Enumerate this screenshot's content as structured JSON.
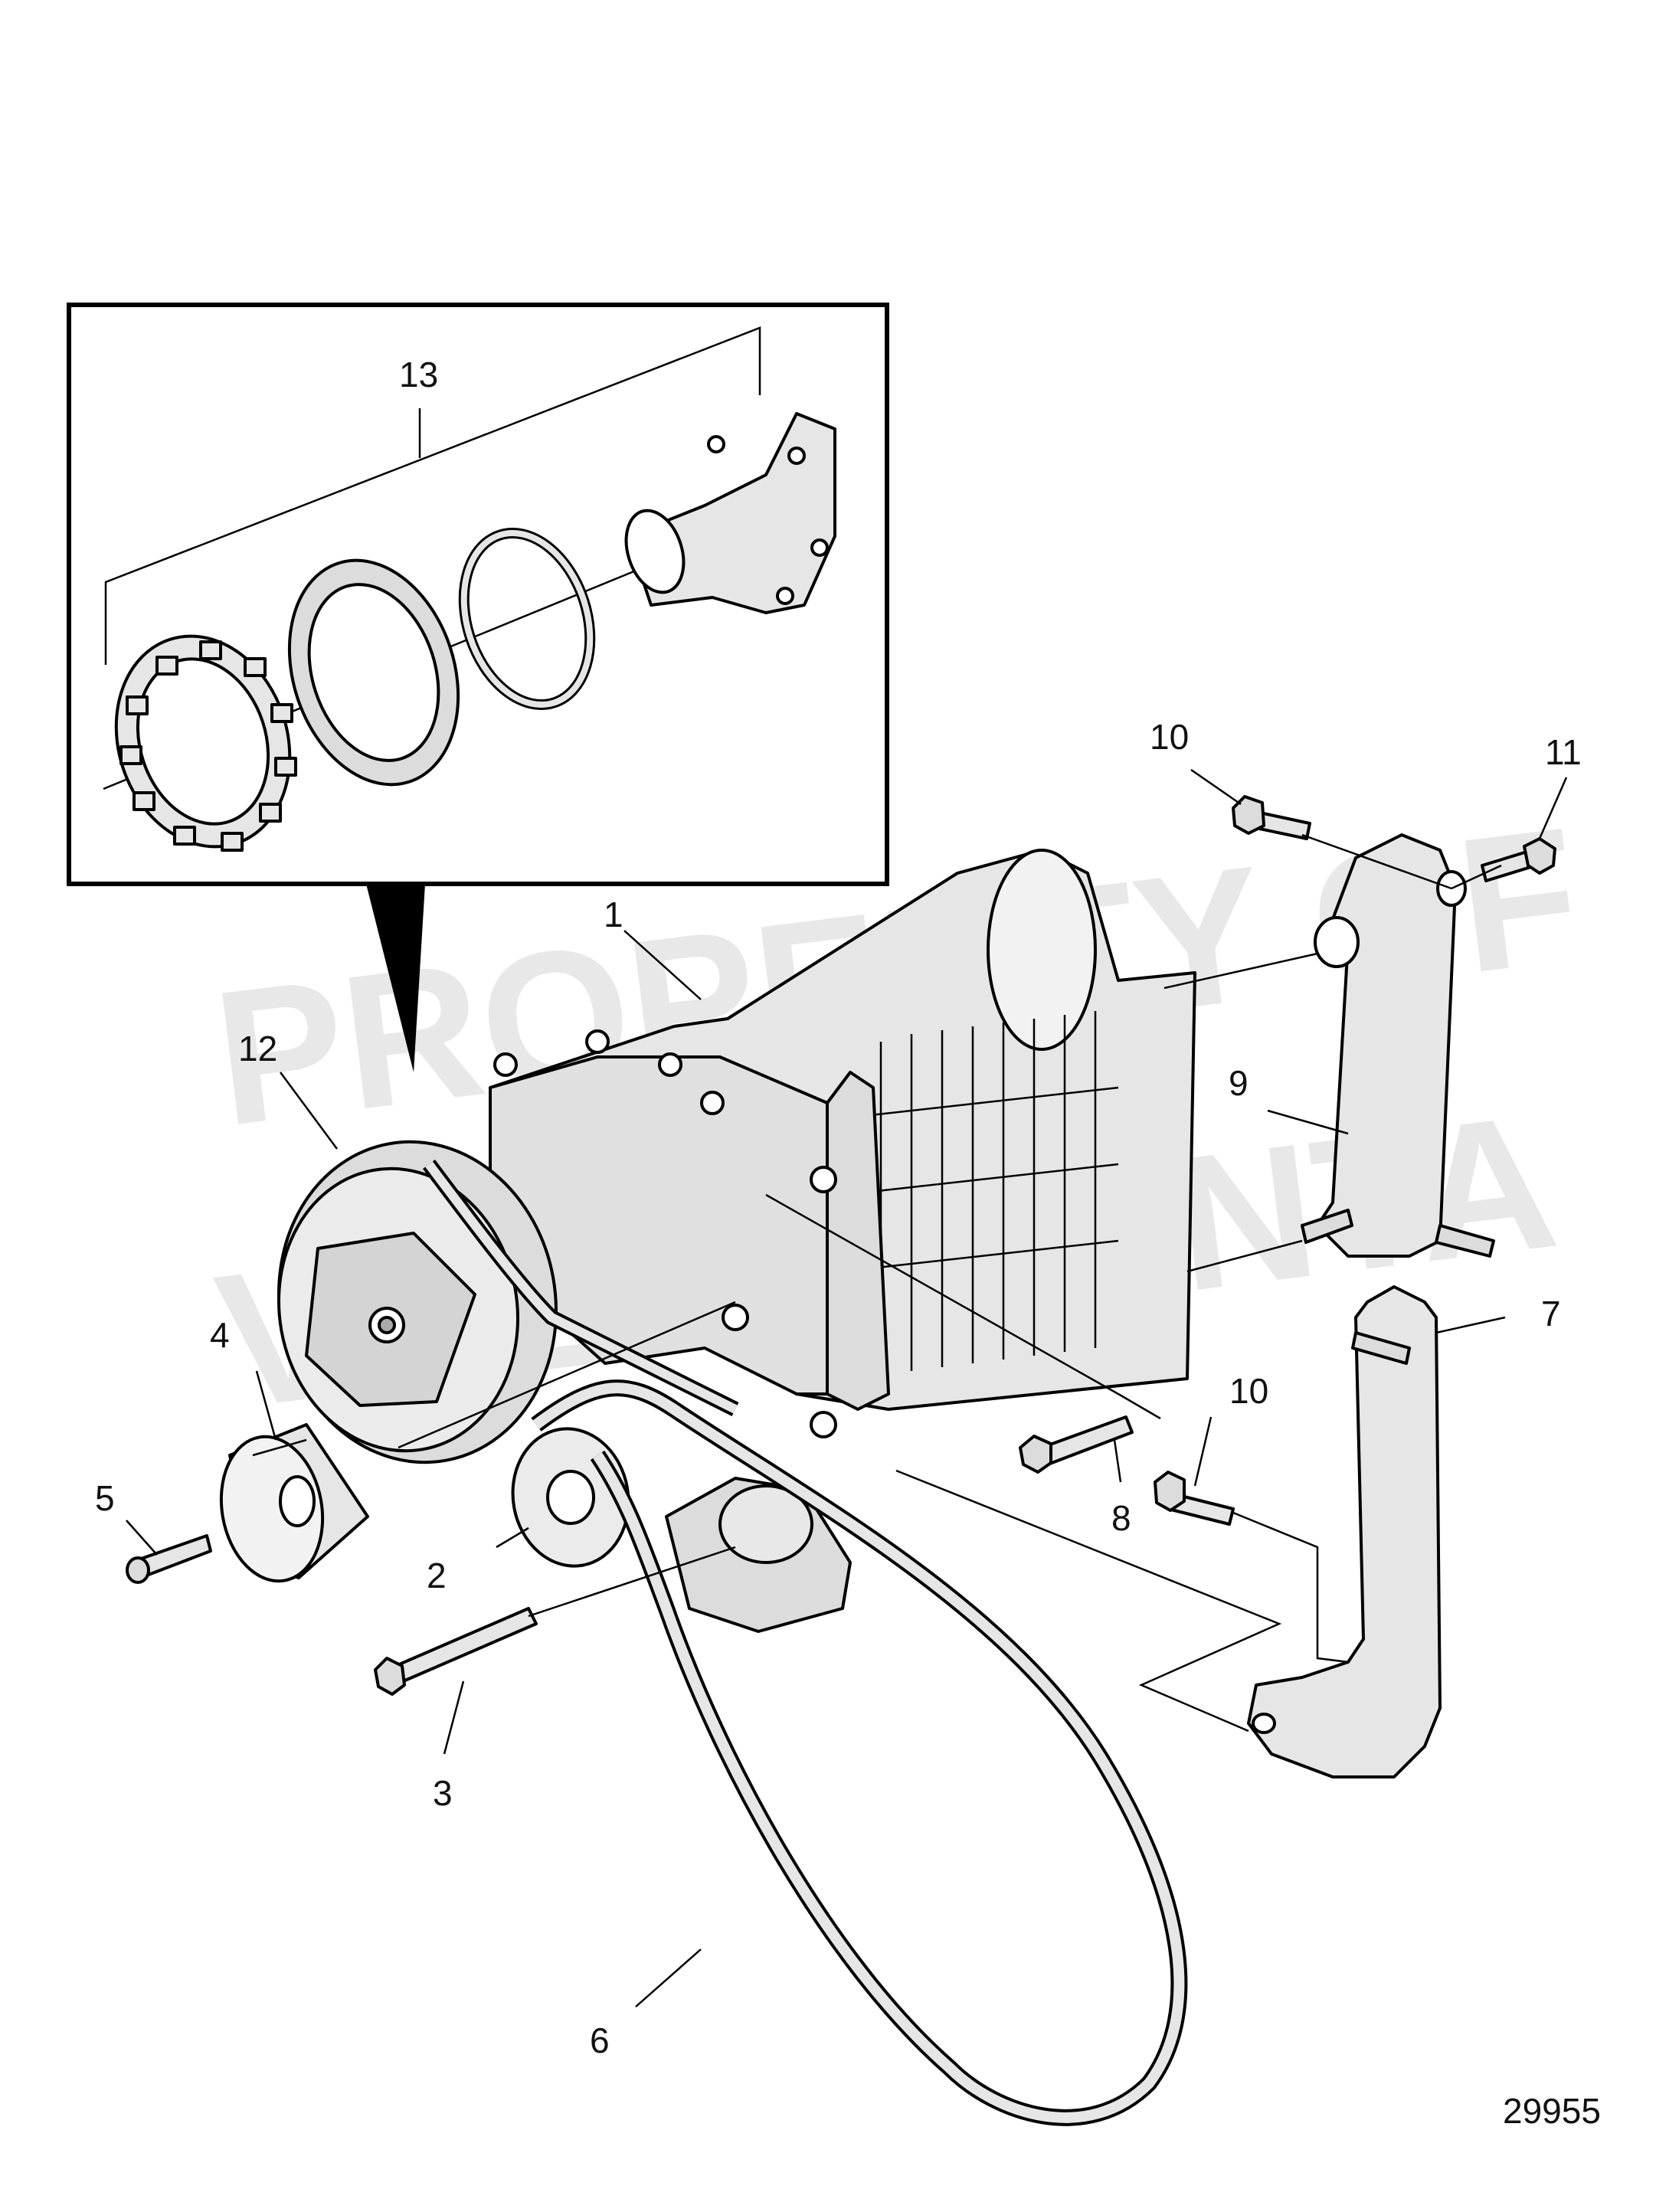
{
  "watermark": {
    "line1": "PROPERTY OF",
    "line2": "VOLVO PENTA"
  },
  "document_number": "29955",
  "callouts": {
    "c1": "1",
    "c2": "2",
    "c3": "3",
    "c4": "4",
    "c5": "5",
    "c6": "6",
    "c7": "7",
    "c8": "8",
    "c9": "9",
    "c10a": "10",
    "c10b": "10",
    "c11": "11",
    "c12": "12",
    "c13": "13"
  },
  "colors": {
    "part_fill": "#e6e6e6",
    "part_fill_light": "#f2f2f2",
    "part_fill_dark": "#c8c8c8",
    "stroke": "#000000",
    "watermark": "#e8e8e8"
  }
}
